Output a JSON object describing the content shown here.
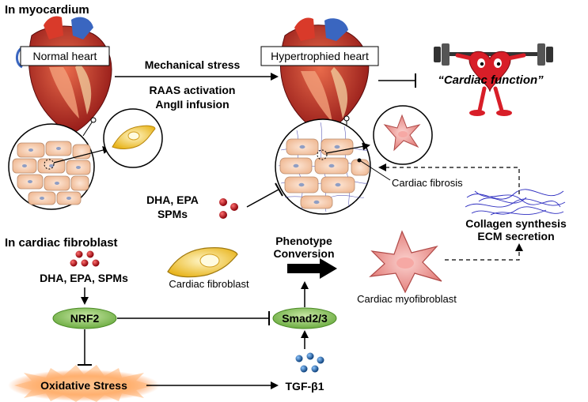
{
  "sections": {
    "myocardium": "In myocardium",
    "fibroblast": "In cardiac fibroblast"
  },
  "hearts": {
    "normal": "Normal heart",
    "hypertrophied": "Hypertrophied heart"
  },
  "stimuli": {
    "line1": "Mechanical stress",
    "line2": "RAAS activation",
    "line3": "AngII infusion"
  },
  "cardiac_function": "“Cardiac function”",
  "cardiac_fibrosis": "Cardiac fibrosis",
  "omega3_top": {
    "line1": "DHA, EPA",
    "line2": "SPMs"
  },
  "collagen": {
    "line1": "Collagen synthesis",
    "line2": "ECM secretion"
  },
  "phenotype": {
    "line1": "Phenotype",
    "line2": "Conversion"
  },
  "cardiac_fibroblast": "Cardiac fibroblast",
  "cardiac_myofibroblast": "Cardiac myofibroblast",
  "omega3_bottom": "DHA, EPA, SPMs",
  "nrf2": "NRF2",
  "smad": "Smad2/3",
  "oxidative_stress": "Oxidative Stress",
  "tgf": "TGF-β1",
  "colors": {
    "heart_red": "#c8202a",
    "cell_fill": "#f4c7a8",
    "fibroblast_yellow": "#f2c230",
    "myofibroblast_pink": "#e88a86",
    "pill_green": "#7dbb4a",
    "droplet_red": "#c0101a",
    "droplet_blue": "#1f6fb5",
    "fibrosis_blue": "#3a3aa8"
  }
}
